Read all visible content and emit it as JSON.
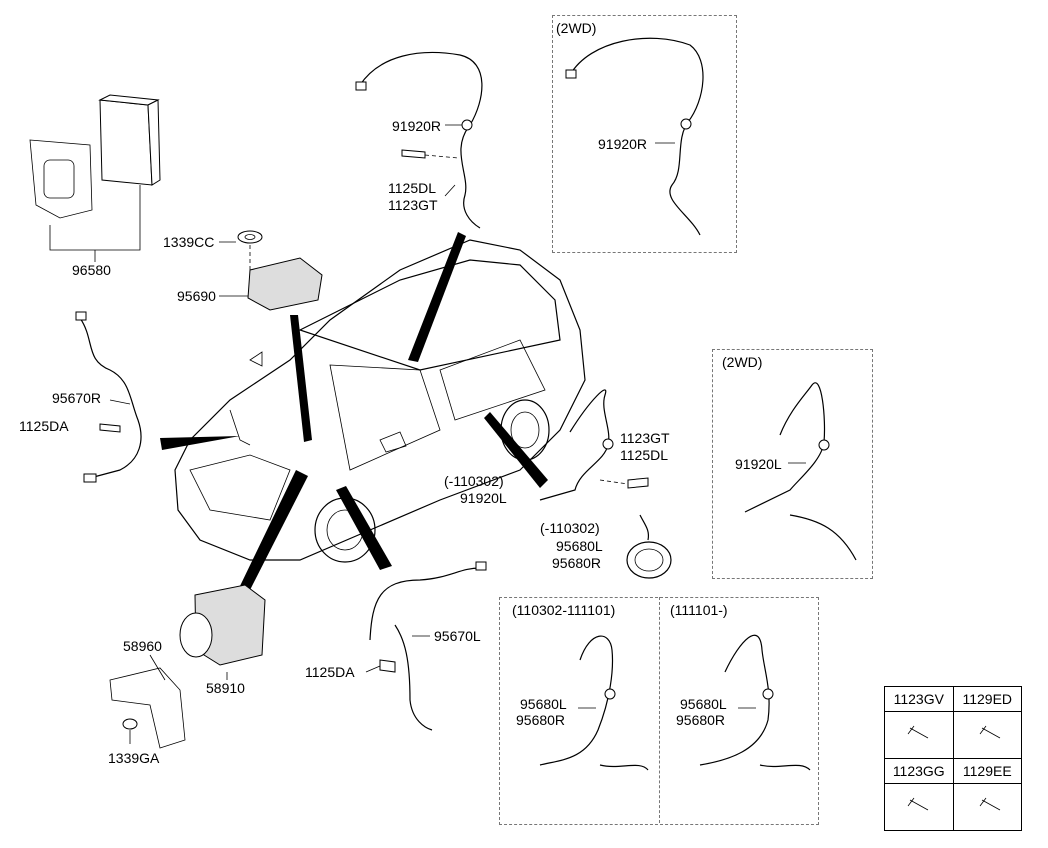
{
  "variant_boxes": {
    "top_right_2wd": "(2WD)",
    "mid_right_2wd": "(2WD)",
    "bottom_left_range": "(110302-111101)",
    "bottom_right_range": "(111101-)"
  },
  "labels": {
    "p96580": "96580",
    "p1339CC": "1339CC",
    "p95690": "95690",
    "p91920R_top": "91920R",
    "p1125DL_top": "1125DL",
    "p1123GT_top": "1123GT",
    "p91920R_2wd": "91920R",
    "p95670R": "95670R",
    "p1125DA_left": "1125DA",
    "p1123GT_mid": "1123GT",
    "p1125DL_mid": "1125DL",
    "p110302_a": "(-110302)",
    "p91920L": "91920L",
    "p110302_b": "(-110302)",
    "p95680L_mid": "95680L",
    "p95680R_mid": "95680R",
    "p91920L_2wd": "91920L",
    "p95670L": "95670L",
    "p1125DA_bottom": "1125DA",
    "p58960": "58960",
    "p58910": "58910",
    "p1339GA": "1339GA",
    "p95680L_b1": "95680L",
    "p95680R_b1": "95680R",
    "p95680L_b2": "95680L",
    "p95680R_b2": "95680R"
  },
  "hardware_table": {
    "headers": [
      "1123GV",
      "1129ED",
      "1123GG",
      "1129EE"
    ]
  }
}
